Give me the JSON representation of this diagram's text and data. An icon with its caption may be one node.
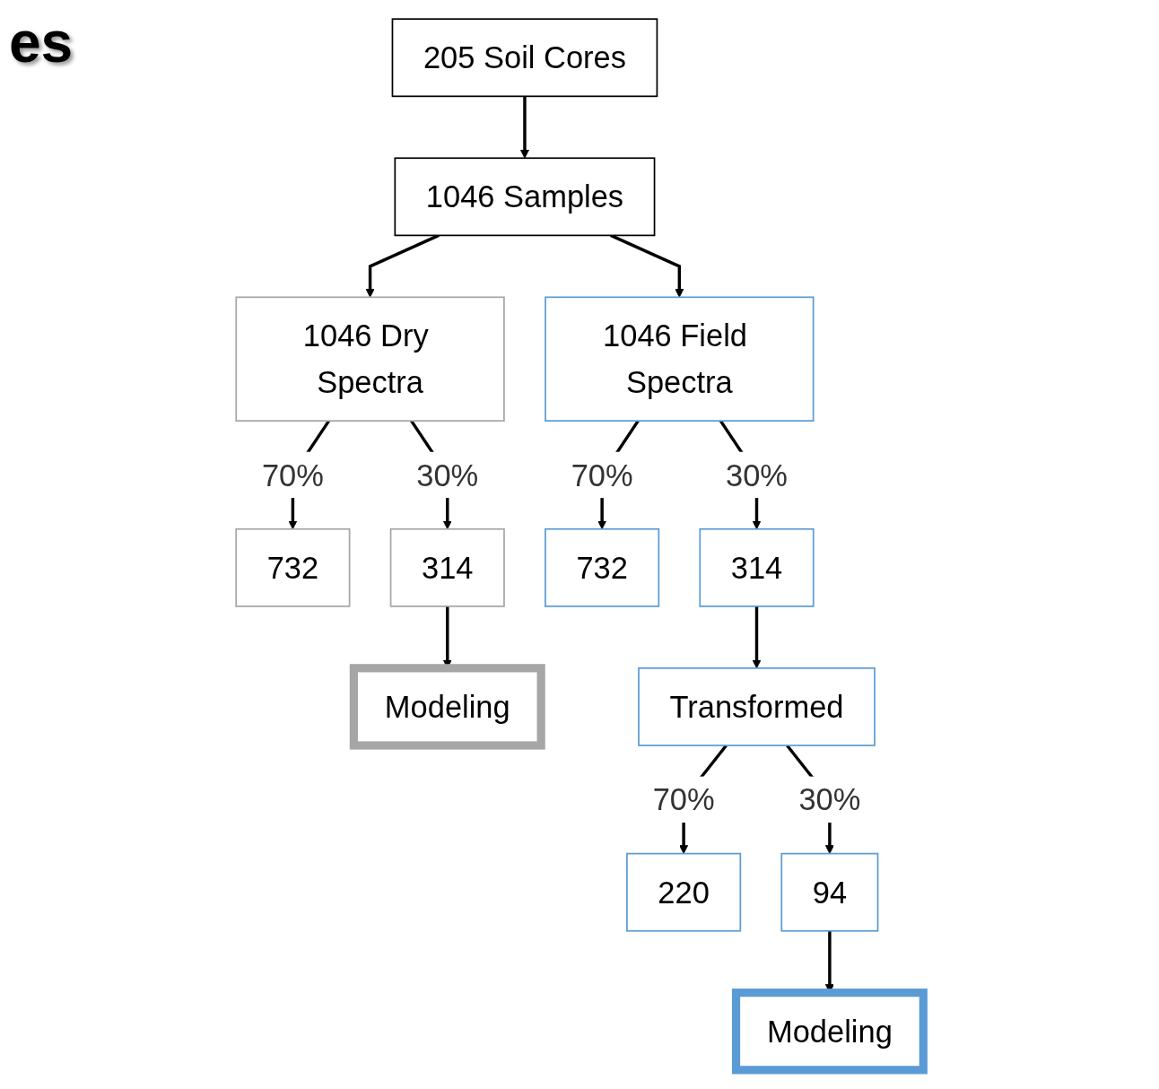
{
  "diagram": {
    "title": "es",
    "nodes": [
      {
        "text": [
          "205 Soil Cores"
        ]
      },
      {
        "text": [
          "1046 Samples"
        ]
      },
      {
        "text": [
          "1046 Dry Spectra"
        ]
      },
      {
        "text": [
          "1046 Field Spectra"
        ]
      },
      {
        "text": [
          "732"
        ]
      },
      {
        "text": [
          "314"
        ]
      },
      {
        "text": [
          "Modeling"
        ]
      },
      {
        "text": [
          "732"
        ]
      },
      {
        "text": [
          "314"
        ]
      },
      {
        "text": [
          "Transformed"
        ]
      },
      {
        "text": [
          "220"
        ]
      },
      {
        "text": [
          "94"
        ]
      },
      {
        "text": [
          "Modeling"
        ]
      }
    ],
    "edges": [
      {
        "from": 0,
        "to": 1,
        "arrow": "to"
      },
      {
        "from": 1,
        "to": 2,
        "arrow": "to"
      },
      {
        "from": 1,
        "to": 3,
        "arrow": "to"
      },
      {
        "from": 2,
        "to": 4,
        "arrow": "to",
        "label": "70%"
      },
      {
        "from": 2,
        "to": 5,
        "arrow": "to",
        "label": "30%"
      },
      {
        "from": 5,
        "to": 6,
        "arrow": "to"
      },
      {
        "from": 3,
        "to": 7,
        "arrow": "to",
        "label": "70%"
      },
      {
        "from": 3,
        "to": 8,
        "arrow": "to",
        "label": "30%"
      },
      {
        "from": 8,
        "to": 9,
        "arrow": "to"
      },
      {
        "from": 9,
        "to": 10,
        "arrow": "to",
        "label": "70%"
      },
      {
        "from": 9,
        "to": 11,
        "arrow": "to",
        "label": "30%"
      },
      {
        "from": 11,
        "to": 12,
        "arrow": "to"
      }
    ]
  }
}
